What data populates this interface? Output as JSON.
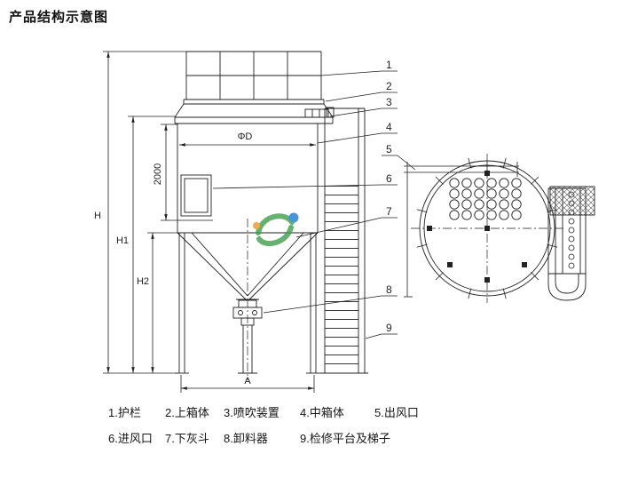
{
  "page": {
    "title": "产品结构示意图"
  },
  "dims": {
    "overall_height": "H",
    "h1": "H1",
    "h2": "H2",
    "body_height": "2000",
    "diameter": "ΦD",
    "base_width": "A"
  },
  "callouts": {
    "c1": "1",
    "c2": "2",
    "c3": "3",
    "c4": "4",
    "c5": "5",
    "c6": "6",
    "c7": "7",
    "c8": "8",
    "c9": "9"
  },
  "legend": {
    "row1": [
      "1.护栏",
      "2.上箱体",
      "3.喷吹装置",
      "4.中箱体",
      "5.出风口"
    ],
    "row2": [
      "6.进风口",
      "7.下灰斗",
      "8.卸料器",
      "9.检修平台及梯子"
    ]
  },
  "watermark": {
    "green": "#3fa04b",
    "blue": "#1e7ad1",
    "orange": "#f0941e"
  }
}
